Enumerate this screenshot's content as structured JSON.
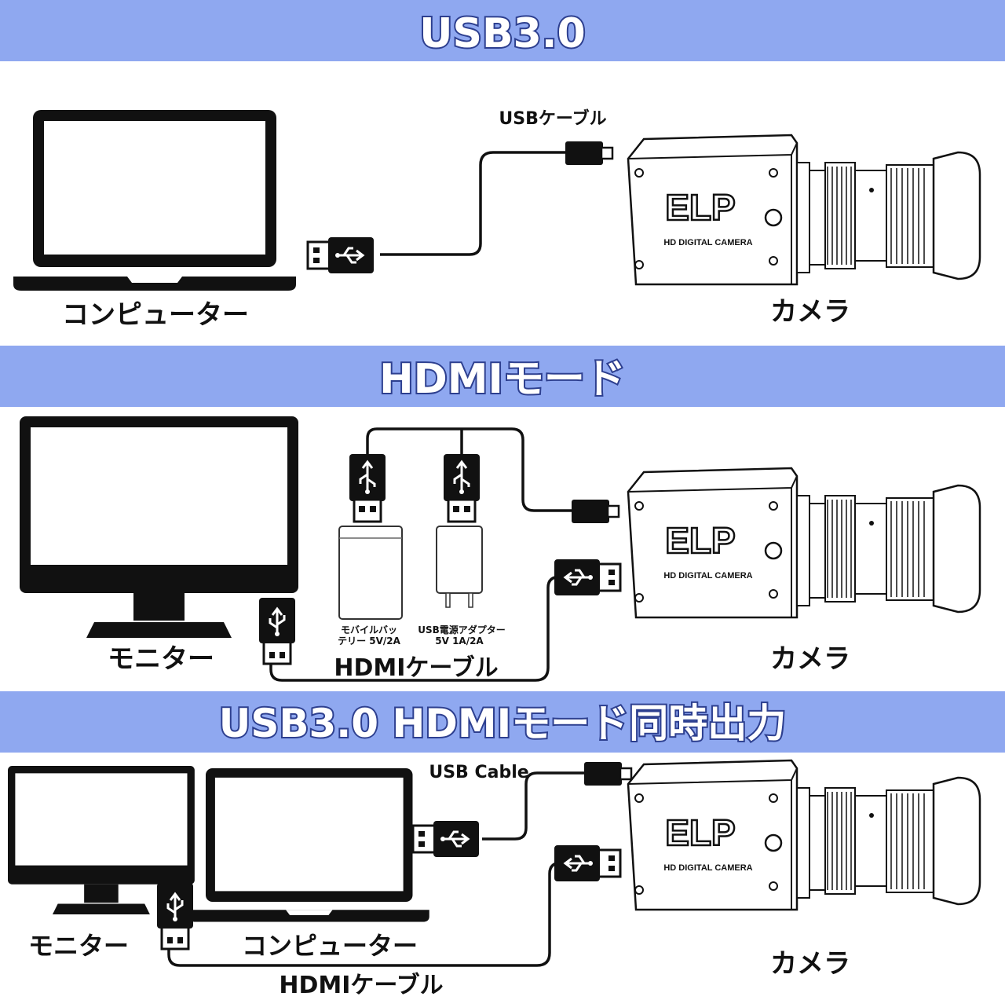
{
  "colors": {
    "band": "#8fa8f0",
    "band_stroke": "#2d3f8f",
    "outline": "#111111",
    "white": "#ffffff"
  },
  "icons": [
    "laptop-icon",
    "monitor-icon",
    "camera-icon",
    "usb-plug-icon",
    "power-bank-icon",
    "ac-adapter-icon"
  ],
  "sections": {
    "usb": {
      "title": "USB3.0",
      "computer_label": "コンピューター",
      "camera_label": "カメラ",
      "cable_label": "USBケーブル"
    },
    "hdmi": {
      "title": "HDMIモード",
      "monitor_label": "モニター",
      "camera_label": "カメラ",
      "cable_label": "HDMIケーブル",
      "battery_label_1": "モバイルバッ",
      "battery_label_2": "テリー 5V/2A",
      "adapter_label_1": "USB電源アダプター",
      "adapter_label_2": "5V 1A/2A"
    },
    "both": {
      "title": "USB3.0 HDMIモード同時出力",
      "monitor_label": "モニター",
      "computer_label": "コンピューター",
      "camera_label": "カメラ",
      "usb_cable_label": "USB Cable",
      "hdmi_cable_label": "HDMIケーブル"
    }
  },
  "camera": {
    "logo": "ELP",
    "model_text": "HD DIGITAL CAMERA"
  }
}
